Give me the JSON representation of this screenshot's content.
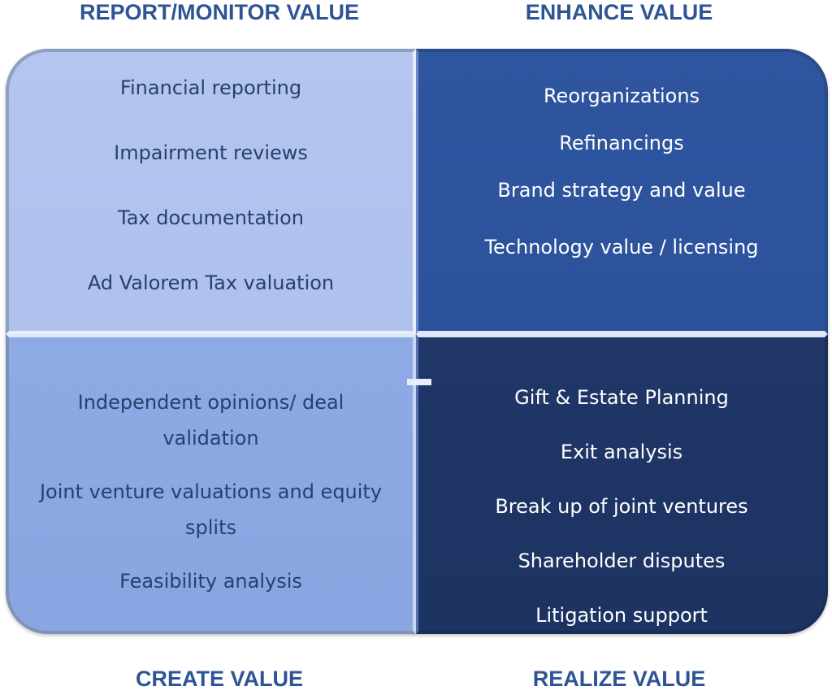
{
  "headings": {
    "top_left": "REPORT/MONITOR VALUE",
    "top_right": "ENHANCE VALUE",
    "bottom_left": "CREATE VALUE",
    "bottom_right": "REALIZE VALUE"
  },
  "quadrants": {
    "report_monitor": {
      "items": [
        "Financial reporting",
        "Impairment reviews",
        "Tax documentation",
        "Ad Valorem Tax valuation"
      ]
    },
    "enhance": {
      "items": [
        "Reorganizations",
        "Refinancings",
        "Brand strategy and value",
        "Technology value / licensing"
      ]
    },
    "create": {
      "items": [
        "Independent opinions/ deal validation",
        "Joint venture valuations and equity splits",
        "Feasibility analysis"
      ]
    },
    "realize": {
      "items": [
        "Gift & Estate Planning",
        "Exit analysis",
        "Break up of joint ventures",
        "Shareholder disputes",
        "Litigation support"
      ]
    }
  },
  "colors": {
    "heading": "#2f5496",
    "report_monitor_fill": "#b4c6ef",
    "enhance_fill": "#2e559f",
    "create_fill": "#8eaae4",
    "realize_fill": "#1f3667"
  }
}
